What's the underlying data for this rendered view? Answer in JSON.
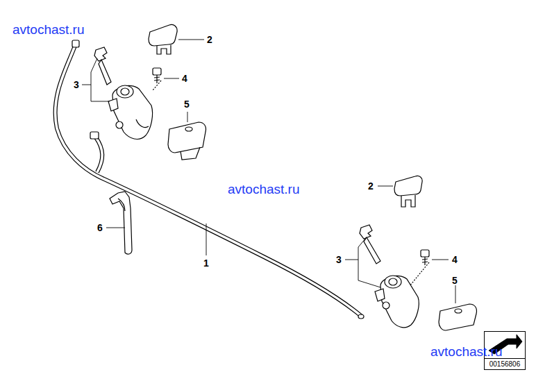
{
  "diagram": {
    "labels": [
      "avtochast.ru",
      "2",
      "3",
      "4",
      "5",
      "avtochast.ru",
      "2",
      "6",
      "1",
      "3",
      "4",
      "5",
      "avtochast.ru",
      "00156806"
    ]
  }
}
